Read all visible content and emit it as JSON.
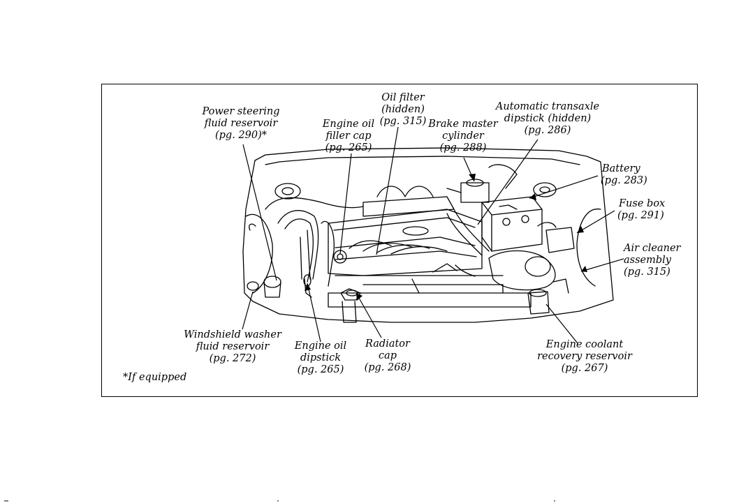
{
  "labels": {
    "power_steering": [
      "Power steering",
      "fluid reservoir",
      "(pg. 290)*"
    ],
    "engine_oil_filler": [
      "Engine oil",
      "filler cap",
      "(pg. 265)"
    ],
    "oil_filter": [
      "Oil filter",
      "(hidden)",
      "(pg. 315)"
    ],
    "brake_master": [
      "Brake master",
      "cylinder",
      "(pg. 288)"
    ],
    "auto_transaxle": [
      "Automatic transaxle",
      "dipstick (hidden)",
      "(pg. 286)"
    ],
    "battery": [
      "Battery",
      "(pg. 283)"
    ],
    "fuse_box": [
      "Fuse box",
      "(pg. 291)"
    ],
    "air_cleaner": [
      "Air cleaner",
      "assembly",
      "(pg. 315)"
    ],
    "washer_fluid": [
      "Windshield washer",
      "fluid reservoir",
      "(pg. 272)"
    ],
    "engine_oil_dipstick": [
      "Engine oil",
      "dipstick",
      "(pg. 265)"
    ],
    "radiator_cap": [
      "Radiator",
      "cap",
      "(pg. 268)"
    ],
    "coolant_reservoir": [
      "Engine coolant",
      "recovery reservoir",
      "(pg. 267)"
    ]
  },
  "footnote": "*If equipped"
}
